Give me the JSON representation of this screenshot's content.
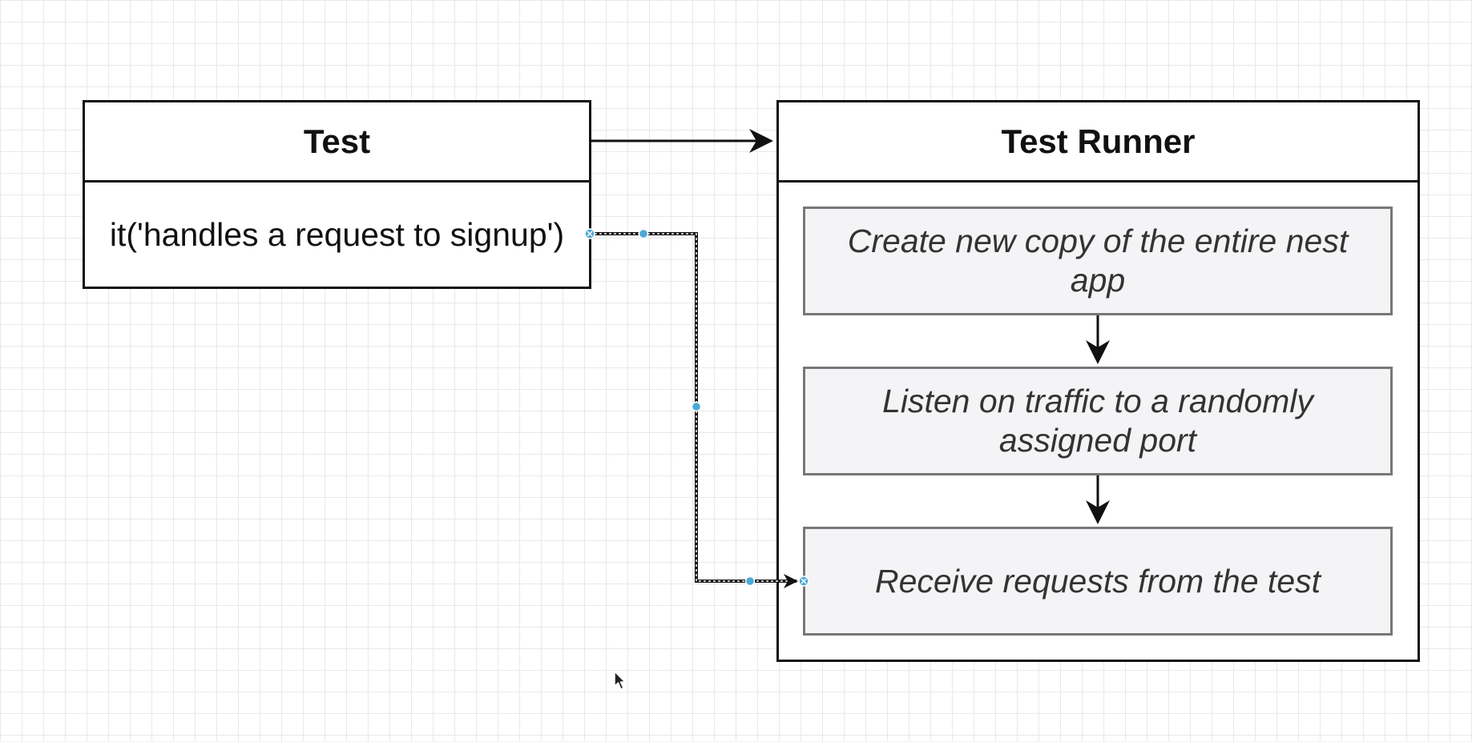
{
  "test_box": {
    "title": "Test",
    "body": "it('handles a request to signup')"
  },
  "runner_box": {
    "title": "Test Runner",
    "steps": [
      "Create new copy of the entire nest app",
      "Listen on traffic to a randomly assigned port",
      "Receive requests from the test"
    ]
  },
  "colors": {
    "canvas_background": "#ffffff",
    "grid_line": "#e9e9e9",
    "box_border": "#111111",
    "step_fill": "#f4f4f6",
    "step_border": "#777777",
    "step_text": "#333333",
    "selection_handle": "#4aa8d8"
  },
  "icons": {
    "cursor": "mouse-pointer-icon",
    "connector_handle": "selection-handle-icon"
  }
}
